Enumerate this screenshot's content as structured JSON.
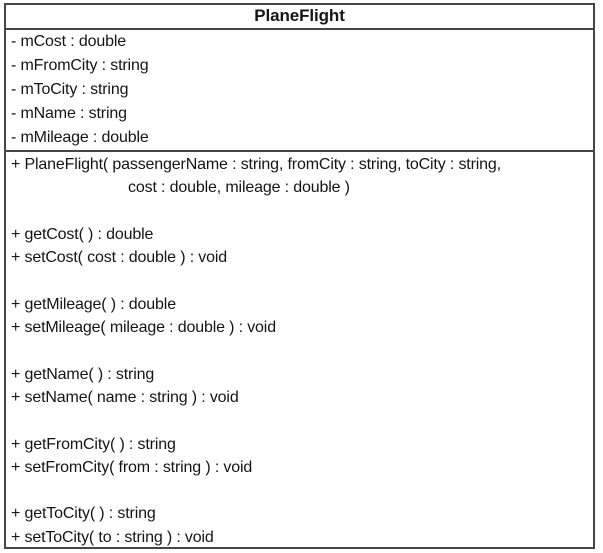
{
  "diagram": {
    "type": "uml-class-diagram",
    "class_name": "PlaneFlight",
    "attributes": [
      "- mCost : double",
      "- mFromCity : string",
      "- mToCity : string",
      "- mName : string",
      "- mMileage : double"
    ],
    "method_lines": [
      {
        "text": "+ PlaneFlight( passengerName : string, fromCity : string, toCity : string,"
      },
      {
        "text": "cost : double, mileage : double )",
        "indent": true
      },
      {
        "blank": true
      },
      {
        "text": "+ getCost( ) : double"
      },
      {
        "text": "+ setCost( cost : double ) : void"
      },
      {
        "blank": true
      },
      {
        "text": "+ getMileage( ) : double"
      },
      {
        "text": "+ setMileage( mileage : double ) : void"
      },
      {
        "blank": true
      },
      {
        "text": "+ getName( ) : string"
      },
      {
        "text": "+ setName( name : string ) : void"
      },
      {
        "blank": true
      },
      {
        "text": "+ getFromCity( ) : string"
      },
      {
        "text": "+ setFromCity( from : string ) : void"
      },
      {
        "blank": true
      },
      {
        "text": "+ getToCity( ) : string"
      },
      {
        "text": "+ setToCity( to : string ) : void"
      }
    ],
    "colors": {
      "border": "#454545",
      "text": "#151515",
      "background": "#ffffff"
    }
  }
}
